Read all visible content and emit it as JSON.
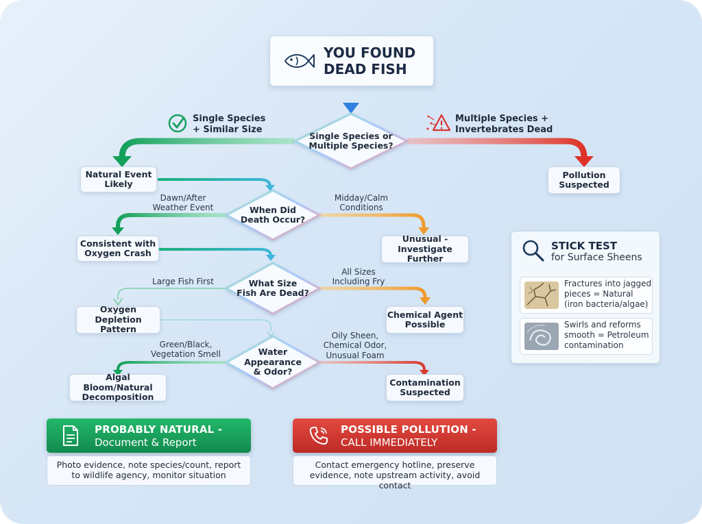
{
  "start": {
    "line1": "YOU FOUND",
    "line2": "DEAD FISH"
  },
  "decisions": {
    "species": {
      "line1": "Single Species or",
      "line2": "Multiple Species?"
    },
    "time": {
      "line1": "When Did",
      "line2": "Death Occur?"
    },
    "size": {
      "line1": "What Size",
      "line2": "Fish Are Dead?"
    },
    "water": {
      "line1": "Water",
      "line2": "Appearance",
      "line3": "& Odor?"
    }
  },
  "branches": {
    "single": {
      "line1": "Single Species",
      "line2": "+ Similar Size"
    },
    "multiple": {
      "line1": "Multiple Species +",
      "line2": "Invertebrates Dead"
    },
    "dawn": {
      "line1": "Dawn/After",
      "line2": "Weather Event"
    },
    "midday": {
      "line1": "Midday/Calm",
      "line2": "Conditions"
    },
    "large": {
      "line1": "Large Fish First"
    },
    "all_sizes": {
      "line1": "All Sizes",
      "line2": "Including Fry"
    },
    "green": {
      "line1": "Green/Black,",
      "line2": "Vegetation Smell"
    },
    "oily": {
      "line1": "Oily Sheen,",
      "line2": "Chemical Odor,",
      "line3": "Unusual Foam"
    }
  },
  "outcomes": {
    "natural_event": {
      "line1": "Natural Event",
      "line2": "Likely"
    },
    "pollution": {
      "line1": "Pollution",
      "line2": "Suspected"
    },
    "oxygen_crash": {
      "line1": "Consistent with",
      "line2": "Oxygen Crash"
    },
    "unusual": {
      "line1": "Unusual -",
      "line2": "Investigate Further"
    },
    "oxygen_depletion": {
      "line1": "Oxygen Depletion",
      "line2": "Pattern"
    },
    "chemical": {
      "line1": "Chemical Agent",
      "line2": "Possible"
    },
    "algal": {
      "line1": "Algal Bloom/Natural",
      "line2": "Decomposition"
    },
    "contamination": {
      "line1": "Contamination",
      "line2": "Suspected"
    }
  },
  "stick_test": {
    "title": "STICK TEST",
    "subtitle": "for Surface Sheens",
    "natural": {
      "line1": "Fractures into jagged",
      "line2": "pieces = Natural",
      "line3": "(iron bacteria/algae)"
    },
    "petroleum": {
      "line1": "Swirls and reforms",
      "line2": "smooth = Petroleum",
      "line3": "contamination"
    }
  },
  "banners": {
    "natural": {
      "title": "PROBABLY NATURAL -",
      "subtitle": "Document & Report",
      "note_line1": "Photo evidence, note species/count, report",
      "note_line2": "to wildlife agency, monitor situation",
      "color": "#1aa35f"
    },
    "pollution": {
      "title": "POSSIBLE POLLUTION -",
      "subtitle": "CALL IMMEDIATELY",
      "note_line1": "Contact emergency hotline, preserve",
      "note_line2": "evidence, note upstream activity, avoid contact",
      "color": "#d63a33"
    }
  },
  "icons": [
    "fish-icon",
    "check-circle-icon",
    "warning-icon",
    "magnifier-icon",
    "document-icon",
    "phone-icon"
  ]
}
